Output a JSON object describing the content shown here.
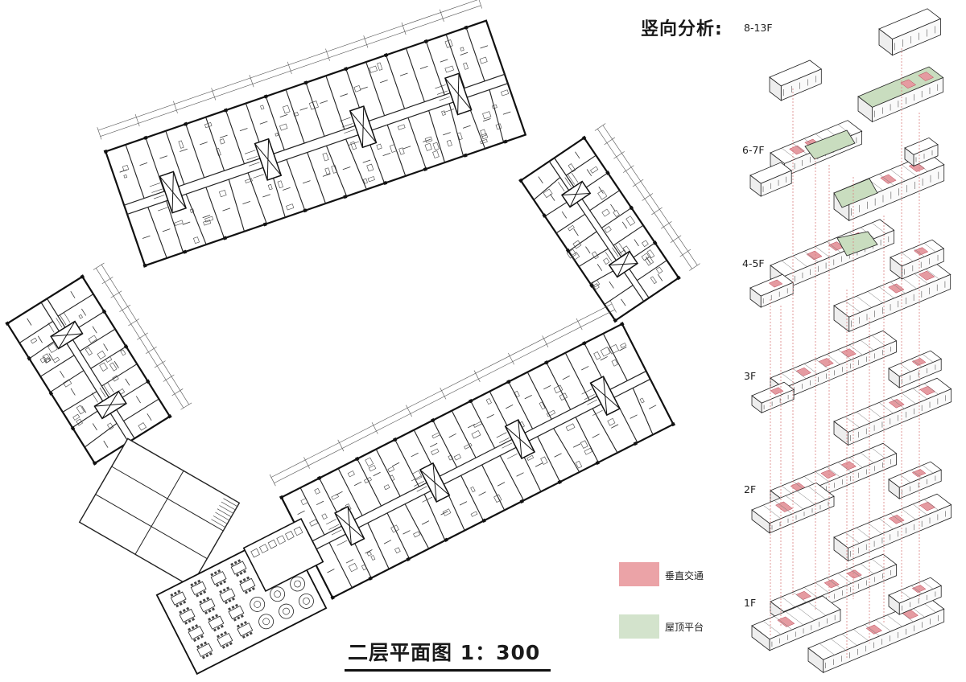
{
  "vertical_analysis": {
    "title": "竖向分析:",
    "floors": [
      "8-13F",
      "6-7F",
      "4-5F",
      "3F",
      "2F",
      "1F"
    ]
  },
  "plan_title": "二层平面图  1：300",
  "legend": [
    {
      "label": "垂直交通",
      "color": "#eba3a7"
    },
    {
      "label": "屋顶平台",
      "color": "#d3e3cc"
    }
  ],
  "colors": {
    "circulation": "#e59ba1",
    "roof_terrace": "#c9ddbf",
    "guide_line": "#d98080",
    "line": "#222222"
  }
}
